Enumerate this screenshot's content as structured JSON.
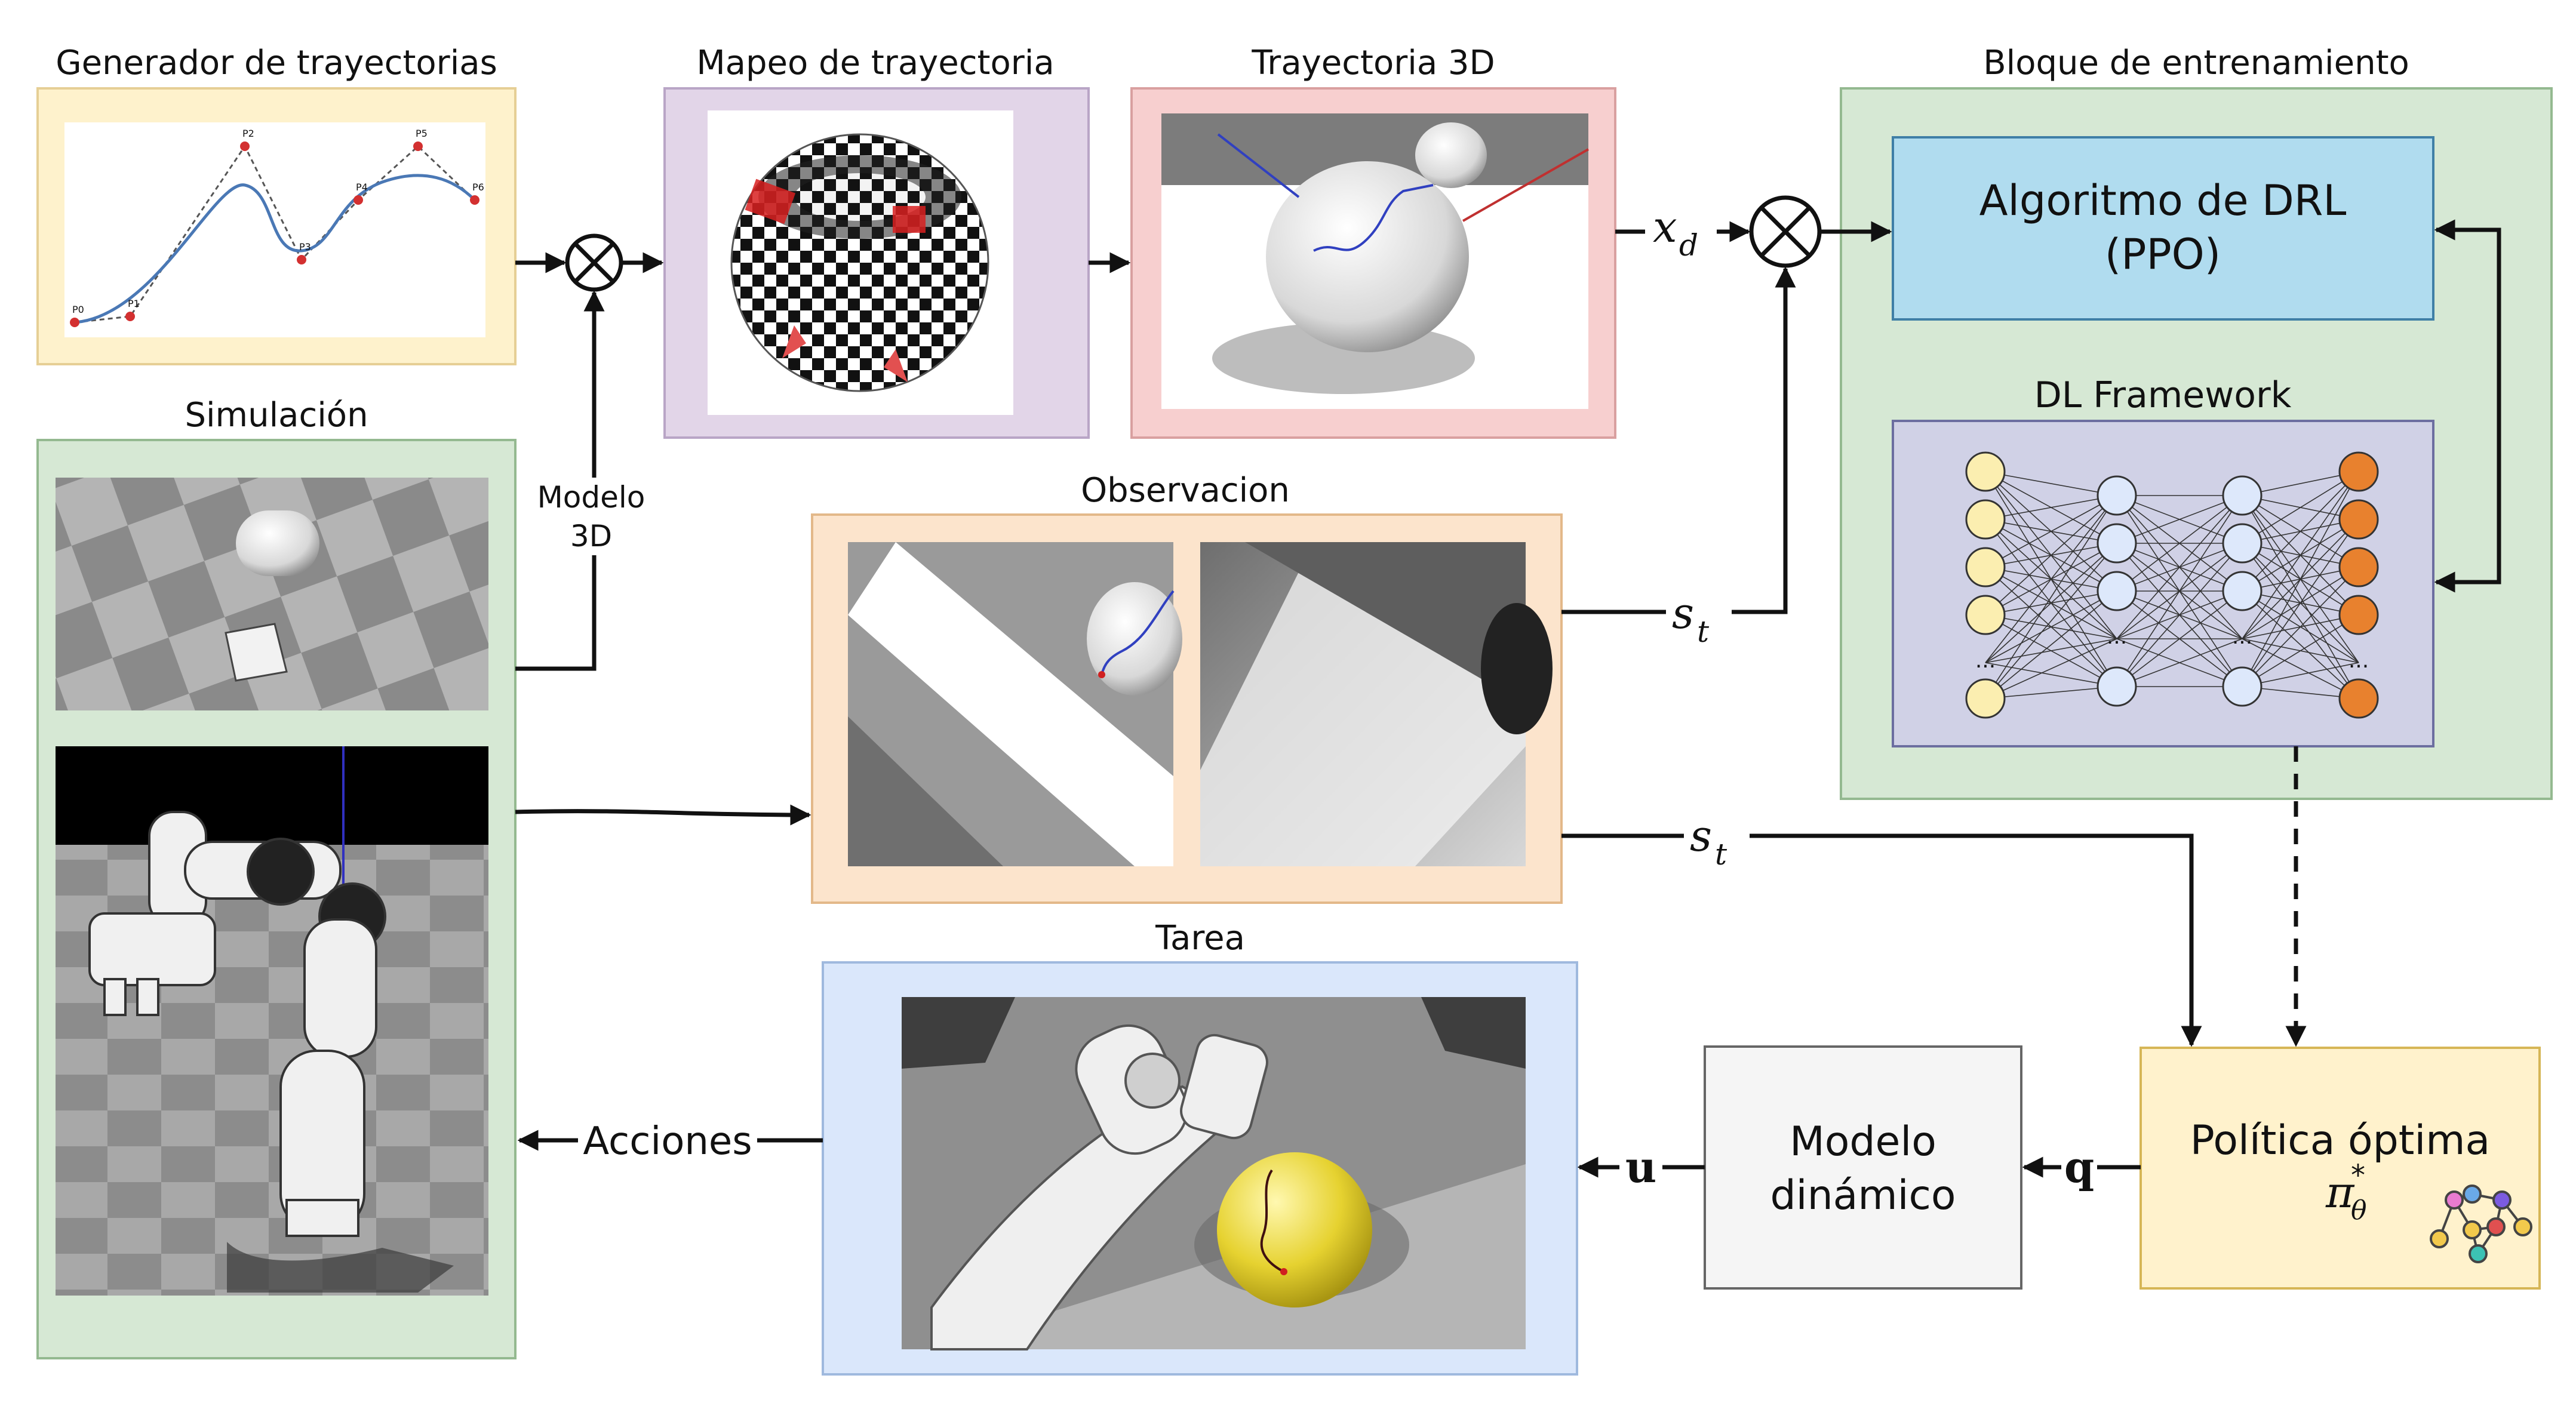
{
  "panels": {
    "generator": {
      "title": "Generador de trayectorias",
      "bg": "#fef2cc"
    },
    "mapping": {
      "title": "Mapeo de trayectoria",
      "bg": "#e2d5e8"
    },
    "traj3d": {
      "title": "Trayectoria 3D",
      "bg": "#f7cfcf"
    },
    "training": {
      "title": "Bloque de entrenamiento",
      "bg": "#d6e8d4"
    },
    "simulation": {
      "title": "Simulación",
      "bg": "#d6e8d4"
    },
    "observation": {
      "title": "Observacion",
      "bg": "#fce4cc"
    },
    "task": {
      "title": "Tarea",
      "bg": "#dae7fb"
    }
  },
  "blocks": {
    "drl": {
      "line1": "Algoritmo de DRL",
      "line2": "(PPO)",
      "bg": "#b0dcef"
    },
    "framework": {
      "title": "DL Framework",
      "bg": "#d0d1e6"
    },
    "dynamic": {
      "line1": "Modelo",
      "line2": "dinámico",
      "bg": "#f5f5f5"
    },
    "policy": {
      "line1": "Política óptima",
      "symbol": "π",
      "sub": "θ",
      "sup": "*",
      "bg": "#fff2cc"
    }
  },
  "labels": {
    "model3d_1": "Modelo",
    "model3d_2": "3D",
    "actions": "Acciones",
    "xd_main": "x",
    "xd_sub": "d",
    "st_main": "s",
    "st_sub": "t",
    "u": "u",
    "q": "q"
  },
  "generator_plot": {
    "points": [
      "P0",
      "P1",
      "P2",
      "P3",
      "P4",
      "P5",
      "P6"
    ],
    "curve_color": "#4a78b5",
    "point_color": "#d33030"
  },
  "network": {
    "layers": [
      {
        "role": "input",
        "color": "#fbeeb0",
        "shown": 6
      },
      {
        "role": "hidden",
        "color": "#dde8fb",
        "shown": 5
      },
      {
        "role": "hidden",
        "color": "#dde8fb",
        "shown": 5
      },
      {
        "role": "output",
        "color": "#e8812e",
        "shown": 6
      }
    ],
    "ellipsis": "..."
  }
}
